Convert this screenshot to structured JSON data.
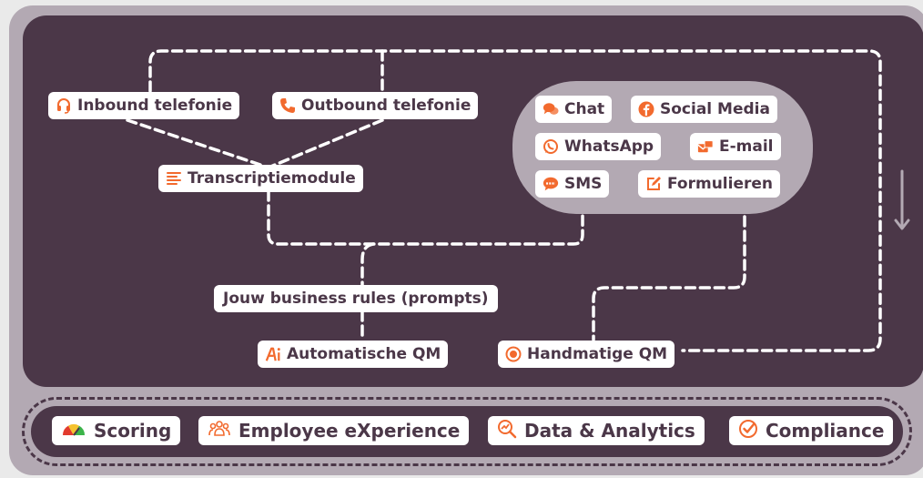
{
  "nodes": {
    "inbound": "Inbound telefonie",
    "outbound": "Outbound telefonie",
    "transcription": "Transcriptiemodule",
    "business_rules": "Jouw business rules (prompts)",
    "auto_qm": "Automatische QM",
    "manual_qm": "Handmatige QM"
  },
  "channels": {
    "chat": "Chat",
    "social": "Social Media",
    "whatsapp": "WhatsApp",
    "email": "E-mail",
    "sms": "SMS",
    "forms": "Formulieren"
  },
  "bottom": {
    "scoring": "Scoring",
    "employee": "Employee eXperience",
    "analytics": "Data & Analytics",
    "compliance": "Compliance"
  },
  "icons": {
    "inbound": "headset-icon",
    "outbound": "phone-icon",
    "transcription": "text-lines-icon",
    "auto_qm": "ai-icon",
    "manual_qm": "record-icon",
    "chat": "chat-bubbles-icon",
    "social": "facebook-icon",
    "whatsapp": "whatsapp-icon",
    "email": "email-icon",
    "sms": "sms-icon",
    "forms": "edit-icon",
    "scoring": "gauge-icon",
    "employee": "people-icon",
    "analytics": "analytics-icon",
    "compliance": "check-circle-icon"
  },
  "colors": {
    "panel": "#4b3748",
    "frame": "#b3a9b3",
    "accent": "#f26a2e",
    "text": "#4b3748"
  }
}
